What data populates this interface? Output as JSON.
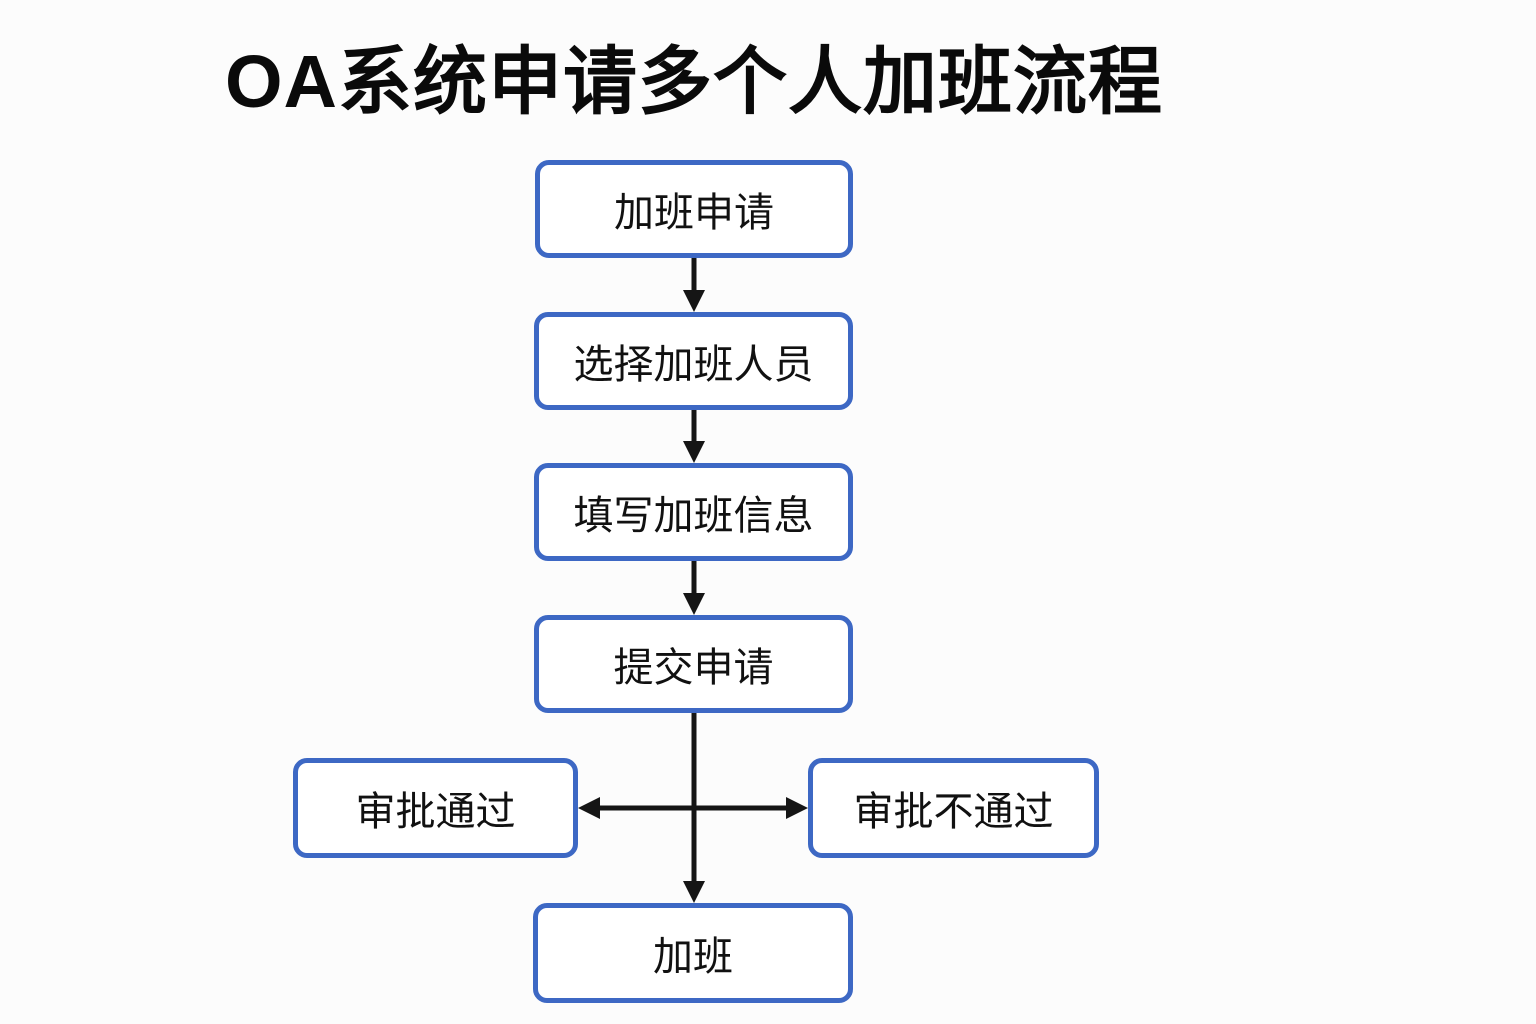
{
  "title": "OA系统申请多个人加班流程",
  "flowchart": {
    "type": "flowchart",
    "direction": "top-down",
    "nodes": [
      {
        "id": "apply",
        "label": "加班申请"
      },
      {
        "id": "select",
        "label": "选择加班人员"
      },
      {
        "id": "fill",
        "label": "填写加班信息"
      },
      {
        "id": "submit",
        "label": "提交申请"
      },
      {
        "id": "approved",
        "label": "审批通过"
      },
      {
        "id": "rejected",
        "label": "审批不通过"
      },
      {
        "id": "overtime",
        "label": "加班"
      }
    ],
    "edges": [
      {
        "from": "apply",
        "to": "select",
        "style": "arrow-down"
      },
      {
        "from": "select",
        "to": "fill",
        "style": "arrow-down"
      },
      {
        "from": "fill",
        "to": "submit",
        "style": "arrow-down"
      },
      {
        "from": "submit",
        "to": "overtime",
        "style": "arrow-down"
      },
      {
        "from": "approved",
        "to": "rejected",
        "style": "arrow-both-horizontal"
      }
    ],
    "colors": {
      "node_border": "#3d68c4",
      "node_fill": "#ffffff",
      "arrow": "#151515",
      "text": "#111111",
      "title_text": "#0a0a0a",
      "background": "#fcfcfc"
    }
  }
}
